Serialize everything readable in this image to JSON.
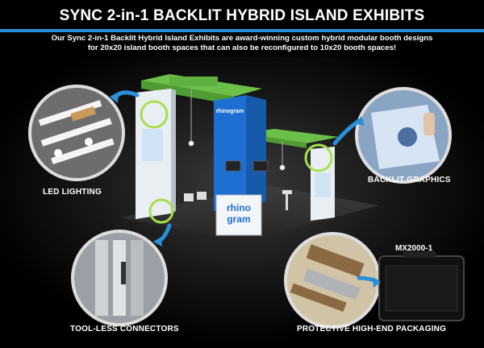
{
  "header": {
    "title": "SYNC 2-in-1 BACKLIT HYBRID ISLAND EXHIBITS",
    "subtitle_line1": "Our Sync 2-in-1 Backlit Hybrid Island Exhibits are award-winning custom hybrid modular booth designs",
    "subtitle_line2": "for 20x20 island booth spaces that can also be reconfigured to 10x20 booth spaces!"
  },
  "features": {
    "led_lighting": "LED LIGHTING",
    "backlit_graphics": "BACKLIT GRAPHICS",
    "toolless_connectors": "TOOL-LESS CONNECTORS",
    "packaging": "PROTECTIVE HIGH-END PACKAGING",
    "case_model": "MX2000-1"
  },
  "booth": {
    "brand_word1": "rhino",
    "brand_word2": "gram",
    "tower_brand": "rhinogram"
  },
  "colors": {
    "accent_blue": "#2a8fd8",
    "brand_green": "#6cc04a",
    "booth_blue": "#1d6fd1",
    "highlight_ring": "#a6e04a"
  },
  "icons": [
    "arrow-icon",
    "magnifier-circle-icon"
  ]
}
